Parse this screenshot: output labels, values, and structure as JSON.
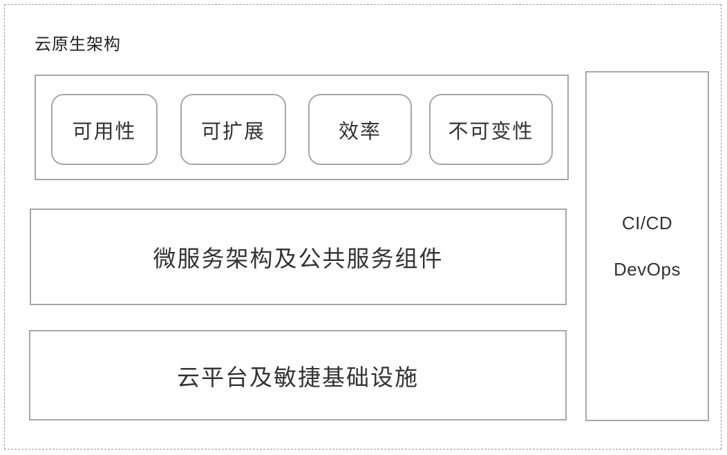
{
  "title": "云原生架构",
  "goals": [
    "可用性",
    "可扩展",
    "效率",
    "不可变性"
  ],
  "layers": {
    "microservices": "微服务架构及公共服务组件",
    "platform": "云平台及敏捷基础设施"
  },
  "side_panel": {
    "line1": "CI/CD",
    "line2": "DevOps"
  },
  "colors": {
    "border": "#a6a6a6",
    "dashed_frame": "#999999",
    "text": "#333333"
  }
}
